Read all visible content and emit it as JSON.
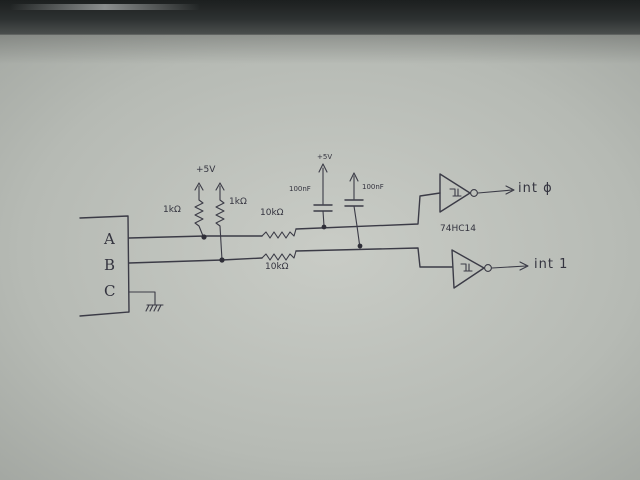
{
  "photo_subject": "hand-drawn circuit schematic on paper",
  "connector": {
    "pins": [
      "A",
      "B",
      "C"
    ]
  },
  "components": {
    "pullup_left_label": "1kΩ",
    "pullup_right_label": "1kΩ",
    "pullup_supply_label": "+5V",
    "series_top_label": "10kΩ",
    "series_bottom_label": "10kΩ",
    "cap_left_label": "100nF",
    "cap_right_label": "100nF",
    "cap_supply_label": "+5V",
    "ic_label": "74HC14"
  },
  "outputs": {
    "top": "int ϕ",
    "bottom": "int 1"
  },
  "colors": {
    "ink": "#3b3b46",
    "paper": "#c4c7c1",
    "desk": "#232626"
  }
}
